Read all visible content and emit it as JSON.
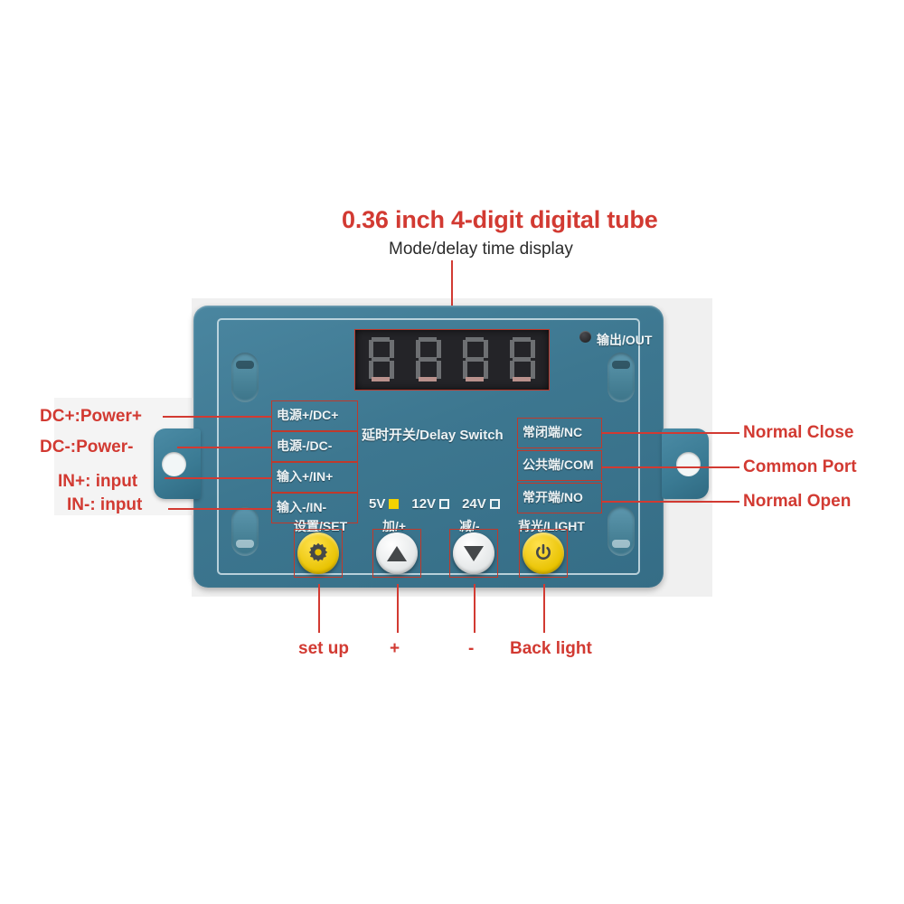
{
  "annotation": {
    "title": "0.36 inch 4-digit digital tube",
    "subtitle": "Mode/delay time display"
  },
  "colors": {
    "annotation_red": "#d23a32",
    "box_red": "#c0392b",
    "body_teal": "#3d7790",
    "button_yellow": "#e8c200",
    "button_white": "#e3e6e7",
    "display_dark": "#242428",
    "silkscreen_white": "#eef4f6",
    "backdrop_gray": "#f0f0f0"
  },
  "device": {
    "brand_label": "延时开关/Delay Switch",
    "output_label": "输出/OUT",
    "output_led_name": "output-led",
    "terminals_left": [
      {
        "silk": "电源+/DC+",
        "callout": "DC+:Power+"
      },
      {
        "silk": "电源-/DC-",
        "callout": "DC-:Power-"
      },
      {
        "silk": "输入+/IN+",
        "callout": "IN+: input"
      },
      {
        "silk": "输入-/IN-",
        "callout": "IN-: input"
      }
    ],
    "terminals_right": [
      {
        "silk": "常闭端/NC",
        "callout": "Normal Close"
      },
      {
        "silk": "公共端/COM",
        "callout": "Common Port"
      },
      {
        "silk": "常开端/NO",
        "callout": "Normal Open"
      }
    ],
    "voltage_options": [
      {
        "label": "5V",
        "selected": true
      },
      {
        "label": "12V",
        "selected": false
      },
      {
        "label": "24V",
        "selected": false
      }
    ],
    "buttons": [
      {
        "silk": "设置/SET",
        "callout": "set up",
        "icon": "gear-icon",
        "style": "yellow"
      },
      {
        "silk": "加/+",
        "callout": "+",
        "icon": "triangle-up-icon",
        "style": "white"
      },
      {
        "silk": "减/-",
        "callout": "-",
        "icon": "triangle-down-icon",
        "style": "white"
      },
      {
        "silk": "背光/LIGHT",
        "callout": "Back light",
        "icon": "power-icon",
        "style": "yellow"
      }
    ],
    "display": {
      "digit_count": 4,
      "state": "unlit"
    }
  }
}
